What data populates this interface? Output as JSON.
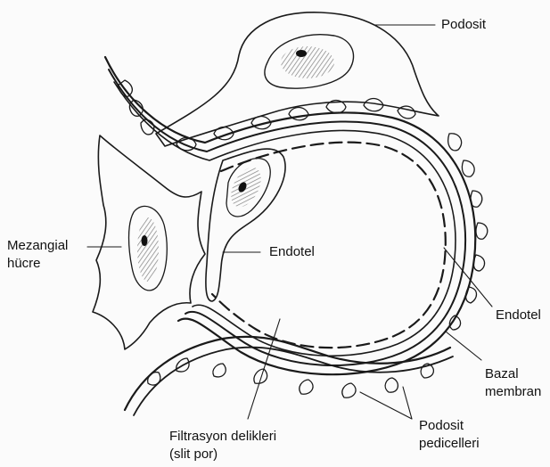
{
  "labels": {
    "podosit": "Podosit",
    "mezangial_line1": "Mezangial",
    "mezangial_line2": "hücre",
    "endotel_inner": "Endotel",
    "endotel_outer": "Endotel",
    "bazal_line1": "Bazal",
    "bazal_line2": "membran",
    "filtrasyon_line1": "Filtrasyon delikleri",
    "filtrasyon_line2": "(slit por)",
    "pedicel_line1": "Podosit",
    "pedicel_line2": "pedicelleri"
  },
  "colors": {
    "ink": "#1a1a1a",
    "background": "#fbfbfb",
    "nucleus_shade": "#8a8a8a"
  }
}
